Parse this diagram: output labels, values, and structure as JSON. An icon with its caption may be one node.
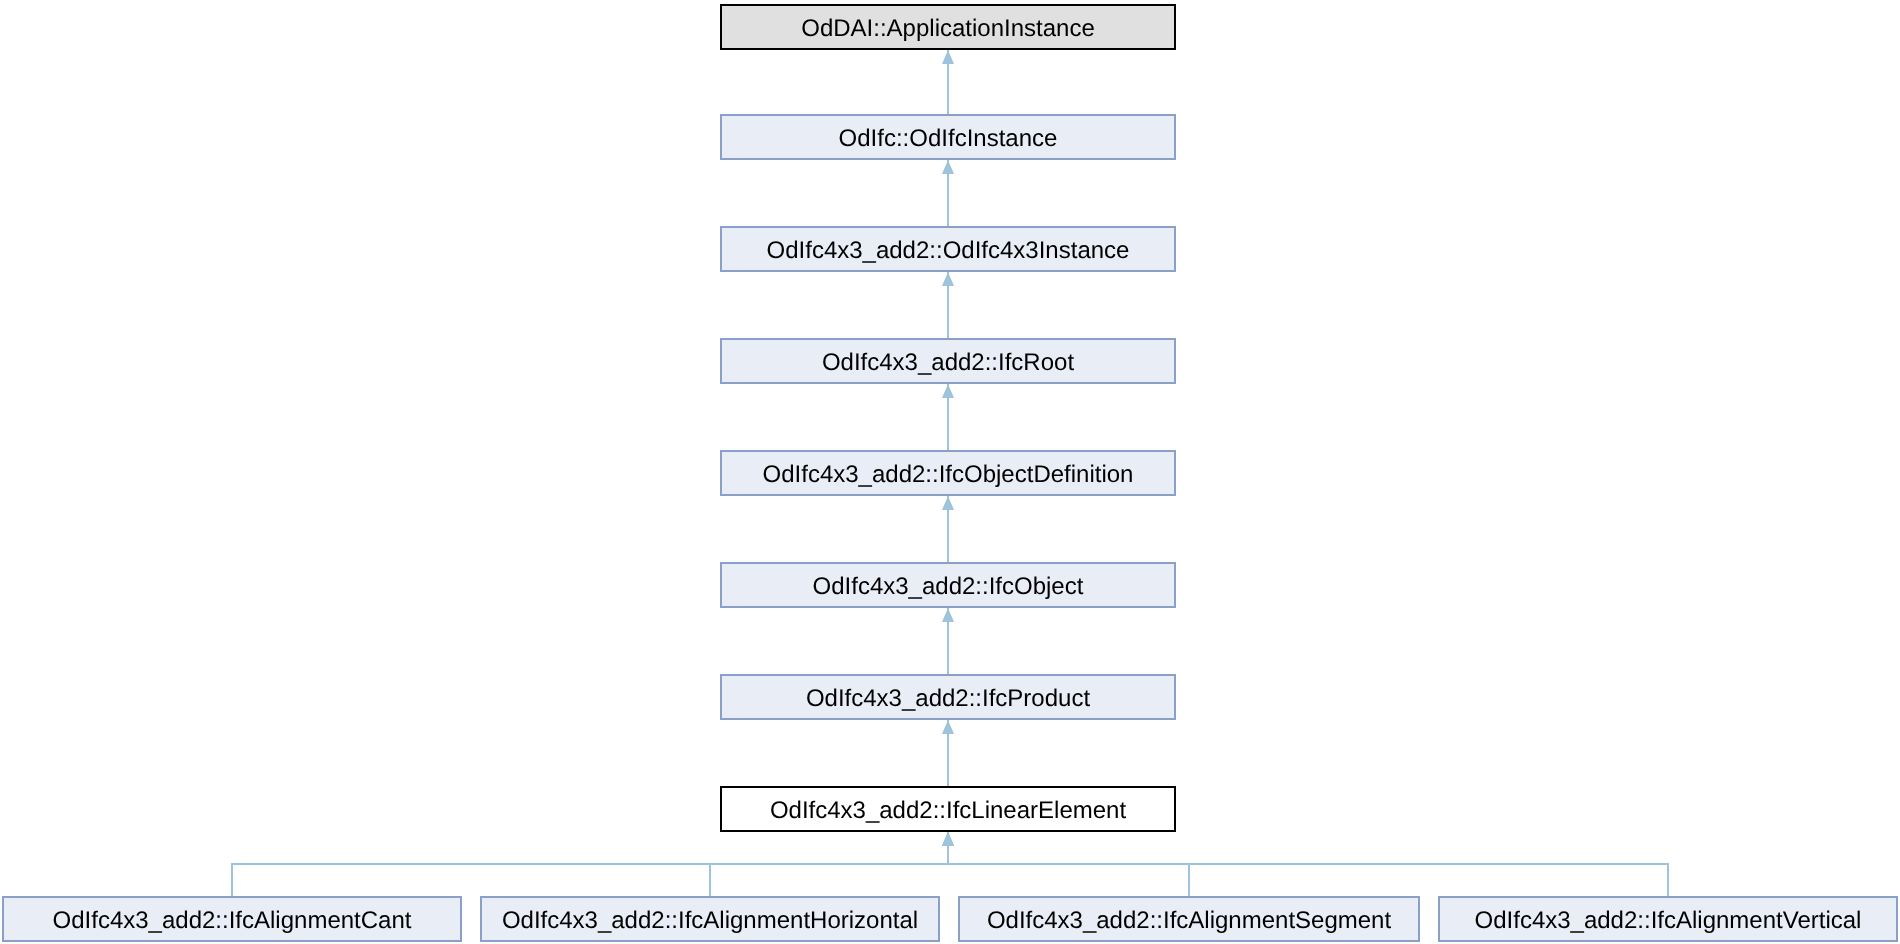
{
  "diagram": {
    "nodes": [
      {
        "text": [
          "OdDAI::ApplicationInstance"
        ]
      },
      {
        "text": [
          "OdIfc::OdIfcInstance"
        ]
      },
      {
        "text": [
          "OdIfc4x3_add2::OdIfc4x3Instance"
        ]
      },
      {
        "text": [
          "OdIfc4x3_add2::IfcRoot"
        ]
      },
      {
        "text": [
          "OdIfc4x3_add2::IfcObjectDefinition"
        ]
      },
      {
        "text": [
          "OdIfc4x3_add2::IfcObject"
        ]
      },
      {
        "text": [
          "OdIfc4x3_add2::IfcProduct"
        ]
      },
      {
        "text": [
          "OdIfc4x3_add2::IfcLinearElement"
        ]
      },
      {
        "text": [
          "OdIfc4x3_add2::IfcAlignmentCant"
        ]
      },
      {
        "text": [
          "OdIfc4x3_add2::IfcAlignmentHorizontal"
        ]
      },
      {
        "text": [
          "OdIfc4x3_add2::IfcAlignmentSegment"
        ]
      },
      {
        "text": [
          "OdIfc4x3_add2::IfcAlignmentVertical"
        ]
      }
    ],
    "edges": [
      {
        "from": 1,
        "to": 0,
        "arrow": "to"
      },
      {
        "from": 2,
        "to": 1,
        "arrow": "to"
      },
      {
        "from": 3,
        "to": 2,
        "arrow": "to"
      },
      {
        "from": 4,
        "to": 3,
        "arrow": "to"
      },
      {
        "from": 5,
        "to": 4,
        "arrow": "to"
      },
      {
        "from": 6,
        "to": 5,
        "arrow": "to"
      },
      {
        "from": 7,
        "to": 6,
        "arrow": "to"
      },
      {
        "from": 8,
        "to": 7,
        "arrow": "to"
      },
      {
        "from": 9,
        "to": 7,
        "arrow": "to"
      },
      {
        "from": 10,
        "to": 7,
        "arrow": "to"
      },
      {
        "from": 11,
        "to": 7,
        "arrow": "to"
      }
    ]
  }
}
